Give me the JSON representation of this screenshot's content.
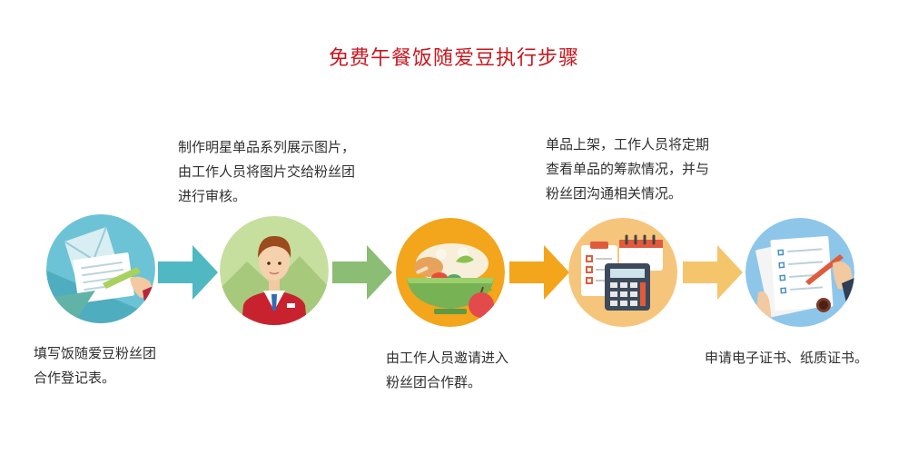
{
  "title": "免费午餐饭随爱豆执行步骤",
  "steps": [
    {
      "icon": "form-document-icon",
      "lines": [
        "填写饭随爱豆粉丝团",
        "合作登记表。"
      ]
    },
    {
      "icon": "staff-person-icon",
      "lines": [
        "制作明星单品系列展示图片，",
        "由工作人员将图片交给粉丝团",
        "进行审核。"
      ]
    },
    {
      "icon": "food-bowl-icon",
      "lines": [
        "由工作人员邀请进入",
        "粉丝团合作群。"
      ]
    },
    {
      "icon": "calculator-calendar-icon",
      "lines": [
        "单品上架，工作人员将定期",
        "查看单品的筹款情况，并与",
        "粉丝团沟通相关情况。"
      ]
    },
    {
      "icon": "certificate-icon",
      "lines": [
        "申请电子证书、纸质证书。"
      ]
    }
  ],
  "colors": {
    "title": "#c8161d",
    "arrows": [
      "#4fb8c3",
      "#8bbd74",
      "#f3a51b",
      "#f5c56c"
    ]
  }
}
